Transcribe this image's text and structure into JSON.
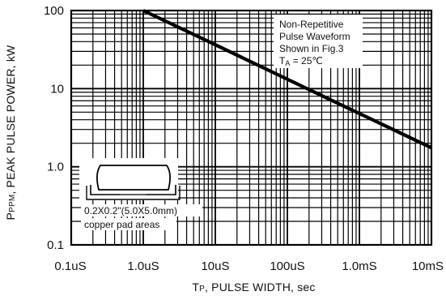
{
  "chart_data": {
    "type": "line",
    "x_scale": "log",
    "y_scale": "log",
    "xlim": [
      0.1,
      10000
    ],
    "ylim": [
      0.1,
      100
    ],
    "x_ticks": [
      0.1,
      1,
      10,
      100,
      1000,
      10000
    ],
    "x_tick_labels": [
      "0.1uS",
      "1.0uS",
      "10uS",
      "100uS",
      "1.0mS",
      "10mS"
    ],
    "y_ticks": [
      0.1,
      1,
      10,
      100
    ],
    "y_tick_labels": [
      "0.1",
      "1.0",
      "10",
      "100"
    ],
    "xlabel_main": "T",
    "xlabel_sub": "P",
    "xlabel_rest": ", PULSE WIDTH, sec",
    "ylabel_main": "P",
    "ylabel_sub": "PPM",
    "ylabel_rest": ", PEAK PULSE POWER, kW",
    "grid": true,
    "series": [
      {
        "x": [
          1,
          10,
          100,
          1000,
          10000
        ],
        "y": [
          100,
          36.5,
          13.2,
          4.8,
          1.75
        ]
      }
    ],
    "annotations": {
      "condition_lines": [
        "Non-Repetitive",
        "Pulse Waveform",
        "Shown in Fig.3"
      ],
      "temp_main": "T",
      "temp_sub": "A",
      "temp_rest": " = 25℃",
      "pad_lines": [
        "0.2X0.2\"(5.0X5.0mm)",
        "copper pad areas"
      ]
    }
  }
}
